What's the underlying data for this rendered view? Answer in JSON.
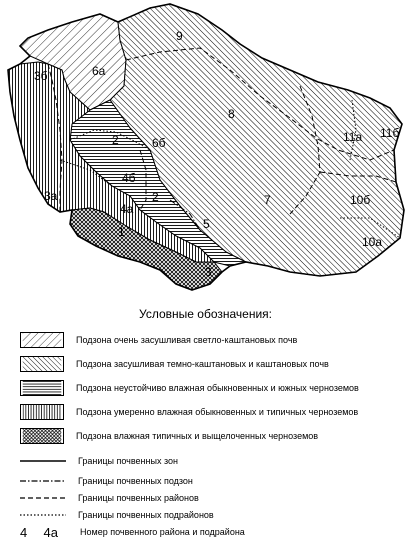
{
  "legend": {
    "title": "Условные обозначения:",
    "zones": [
      {
        "pattern": "light-diag",
        "text": "Подзона очень засушливая светло-каштановых почв"
      },
      {
        "pattern": "dark-diag",
        "text": "Подзона засушливая темно-каштановых и каштановых почв"
      },
      {
        "pattern": "horiz",
        "text": "Подзона неустойчиво влажная обыкновенных и южных черноземов"
      },
      {
        "pattern": "vert",
        "text": "Подзона умеренно влажная обыкновенных и типичных черноземов"
      },
      {
        "pattern": "cross",
        "text": "Подзона влажная типичных и выщелоченных черноземов"
      }
    ],
    "borders": [
      {
        "style": "solid",
        "text": "Границы почвенных зон"
      },
      {
        "style": "dashdot",
        "text": "Границы почвенных подзон"
      },
      {
        "style": "dashed",
        "text": "Границы почвенных районов"
      },
      {
        "style": "dotted",
        "text": "Границы почвенных подрайонов"
      }
    ],
    "number_sample_1": "4",
    "number_sample_2": "4а",
    "number_text": "Номер почвенного района и подрайона"
  },
  "map_labels": {
    "d9": "9",
    "d6a": "6а",
    "d3b": "3б",
    "d8": "8",
    "d11a": "11а",
    "d11b": "11б",
    "d2a": "2",
    "d6b": "6б",
    "d3a": "3а",
    "d4b": "4б",
    "d4a": "4а",
    "d2b": "2",
    "d1": "1",
    "d5": "5",
    "d7": "7",
    "d10b": "10б",
    "d10a": "10а",
    "d3": "3"
  }
}
